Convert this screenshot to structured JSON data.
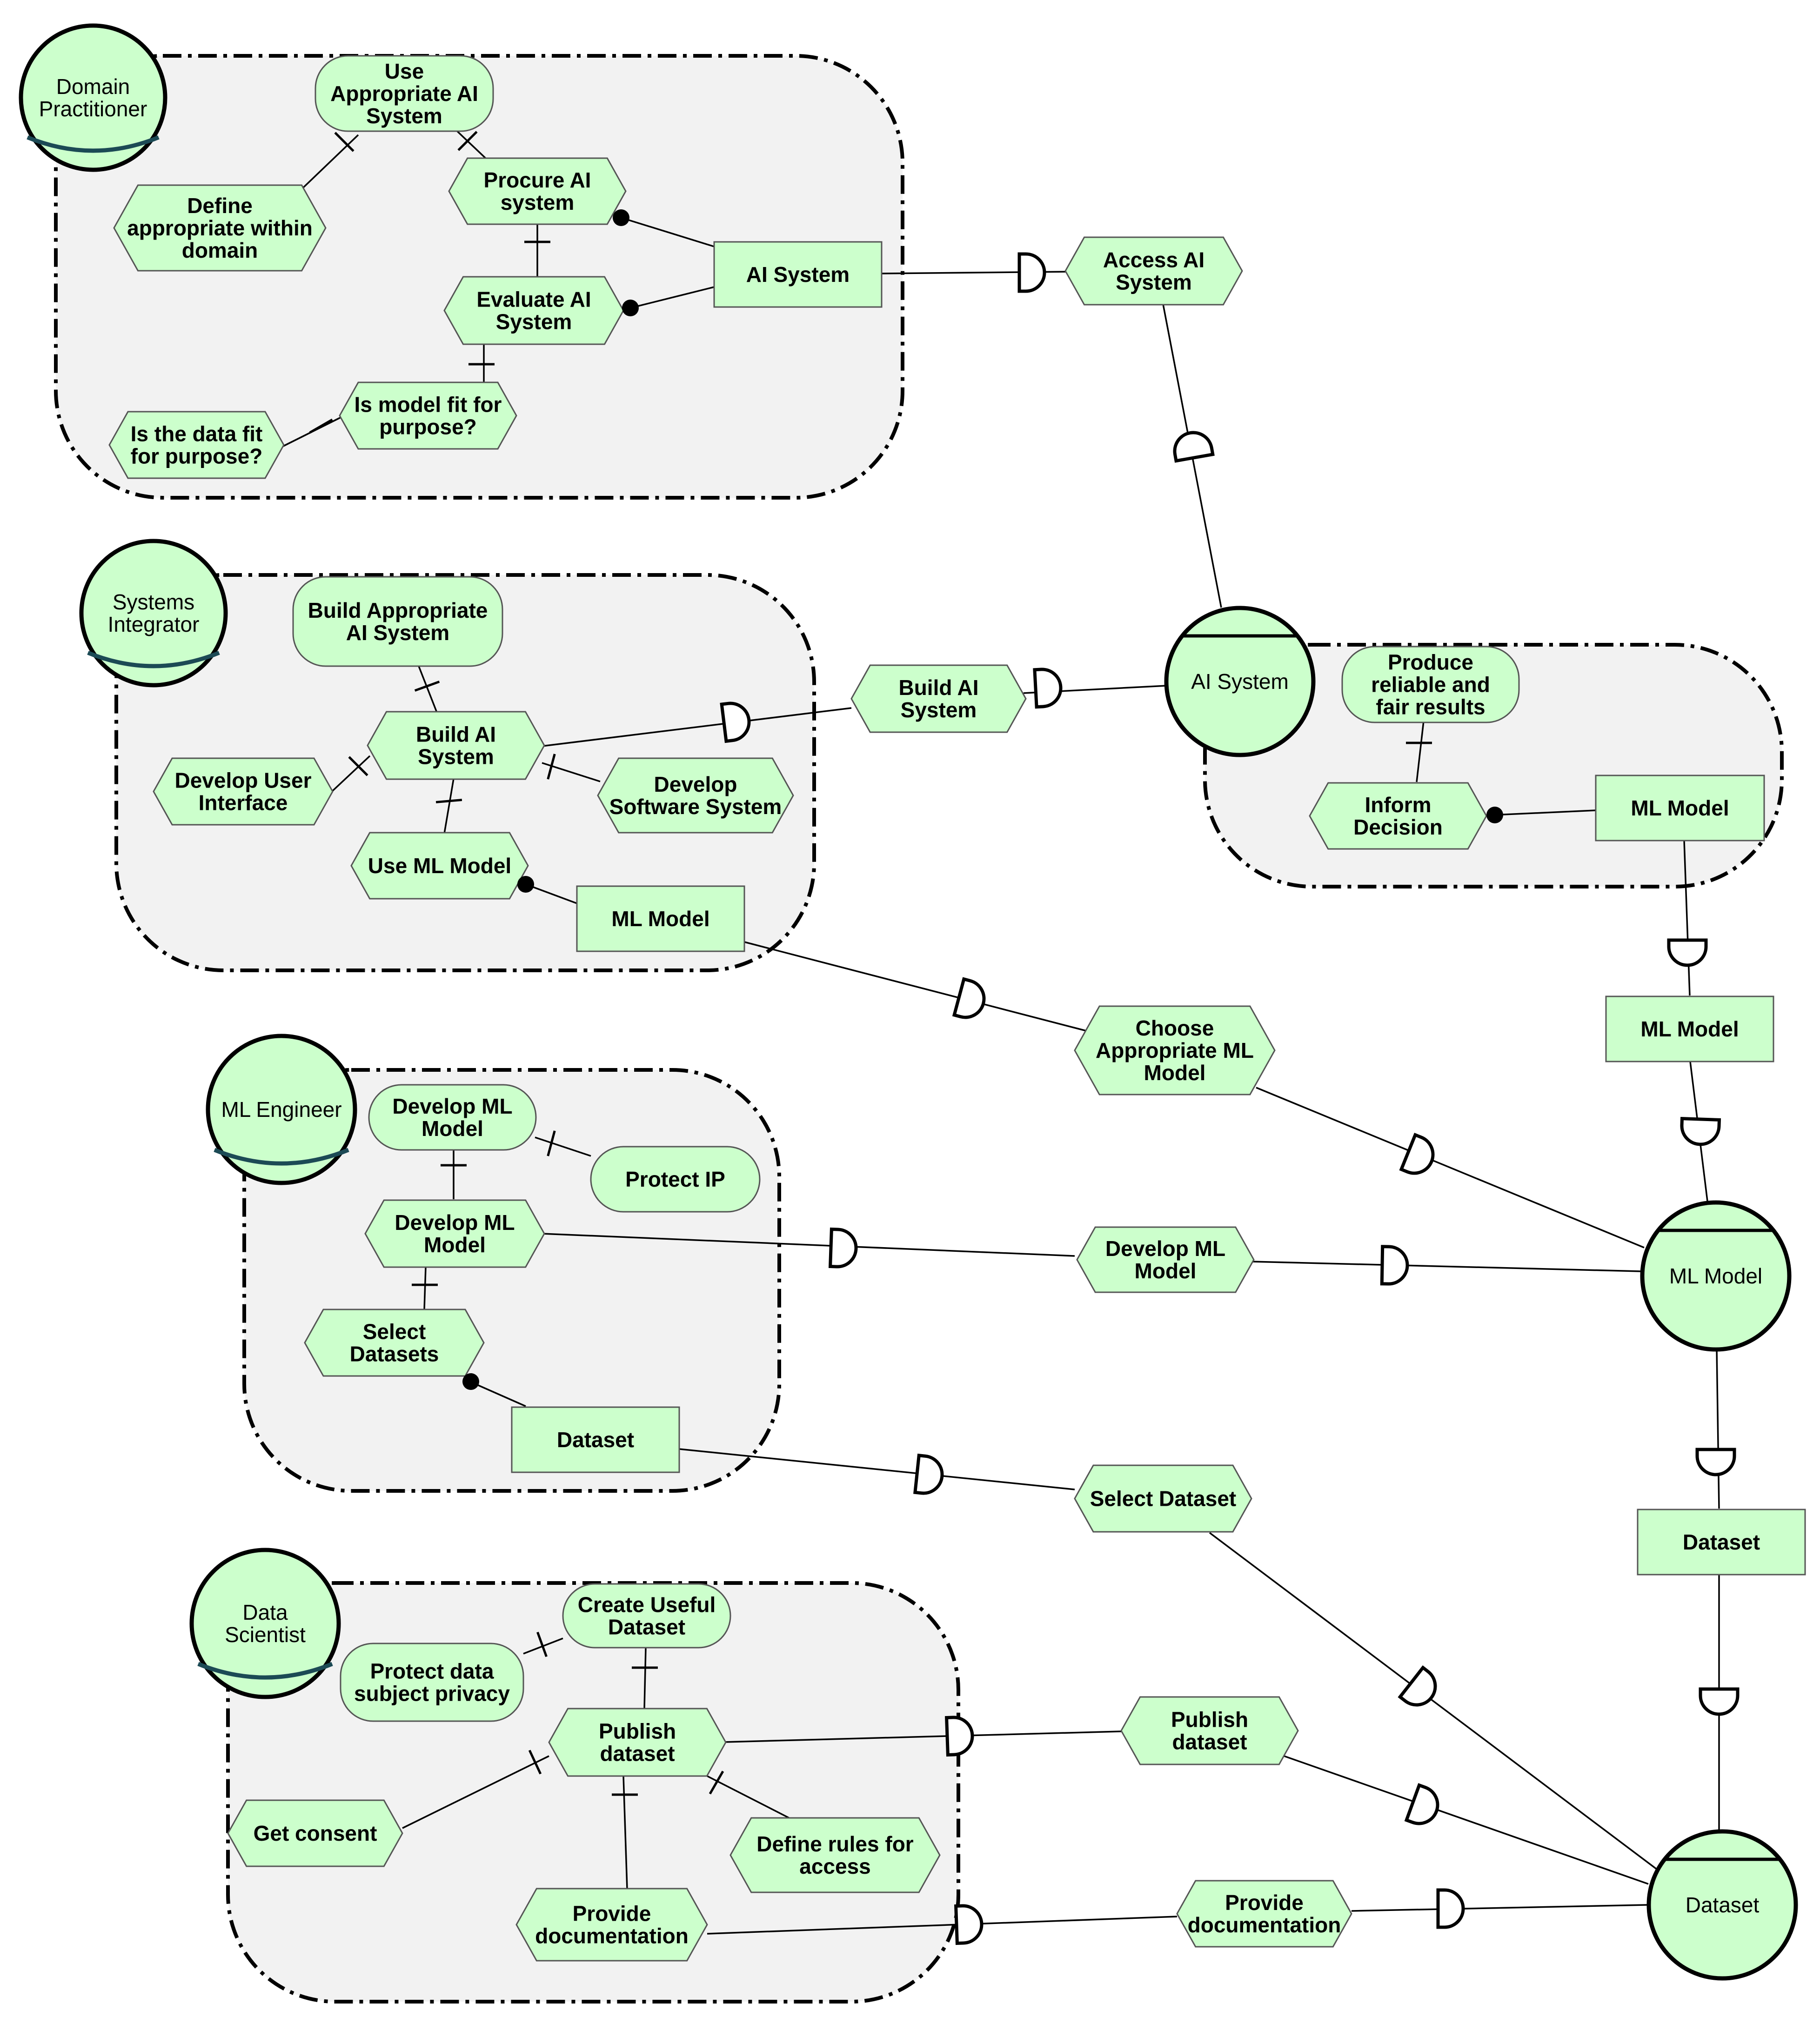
{
  "actors": [
    {
      "id": "dp",
      "kind": "role",
      "lines": [
        "Domain",
        "Practitioner"
      ]
    },
    {
      "id": "si",
      "kind": "role",
      "lines": [
        "Systems",
        "Integrator"
      ]
    },
    {
      "id": "mle",
      "kind": "role",
      "lines": [
        "ML Engineer"
      ]
    },
    {
      "id": "ds",
      "kind": "role",
      "lines": [
        "Data",
        "Scientist"
      ]
    },
    {
      "id": "ais",
      "kind": "agent",
      "lines": [
        "AI System"
      ]
    },
    {
      "id": "mlm",
      "kind": "agent",
      "lines": [
        "ML Model"
      ]
    },
    {
      "id": "dst",
      "kind": "agent",
      "lines": [
        "Dataset"
      ]
    }
  ],
  "elements": [
    {
      "id": "g_use",
      "type": "goal",
      "lines": [
        "Use",
        "Appropriate AI",
        "System"
      ]
    },
    {
      "id": "t_defapp",
      "type": "task",
      "lines": [
        "Define",
        "appropriate within",
        "domain"
      ]
    },
    {
      "id": "t_proc",
      "type": "task",
      "lines": [
        "Procure AI",
        "system"
      ]
    },
    {
      "id": "r_ais1",
      "type": "resource",
      "lines": [
        "AI System"
      ]
    },
    {
      "id": "t_eval",
      "type": "task",
      "lines": [
        "Evaluate AI",
        "System"
      ]
    },
    {
      "id": "t_fit",
      "type": "task",
      "lines": [
        "Is model fit for",
        "purpose?"
      ]
    },
    {
      "id": "t_dfit",
      "type": "task",
      "lines": [
        "Is the data fit",
        "for purpose?"
      ]
    },
    {
      "id": "d_access",
      "type": "task",
      "lines": [
        "Access AI",
        "System"
      ]
    },
    {
      "id": "g_build",
      "type": "goal",
      "lines": [
        "Build Appropriate",
        "AI System"
      ]
    },
    {
      "id": "t_build",
      "type": "task",
      "lines": [
        "Build AI",
        "System"
      ]
    },
    {
      "id": "t_ui",
      "type": "task",
      "lines": [
        "Develop User",
        "Interface"
      ]
    },
    {
      "id": "t_sw",
      "type": "task",
      "lines": [
        "Develop",
        "Software System"
      ]
    },
    {
      "id": "t_useml",
      "type": "task",
      "lines": [
        "Use ML Model"
      ]
    },
    {
      "id": "r_ml1",
      "type": "resource",
      "lines": [
        "ML Model"
      ]
    },
    {
      "id": "d_build",
      "type": "task",
      "lines": [
        "Build AI",
        "System"
      ]
    },
    {
      "id": "g_prod",
      "type": "goal",
      "lines": [
        "Produce",
        "reliable and",
        "fair results"
      ]
    },
    {
      "id": "t_inform",
      "type": "task",
      "lines": [
        "Inform",
        "Decision"
      ]
    },
    {
      "id": "r_ml2",
      "type": "resource",
      "lines": [
        "ML Model"
      ]
    },
    {
      "id": "d_ml3",
      "type": "resource",
      "lines": [
        "ML Model"
      ]
    },
    {
      "id": "d_choose",
      "type": "task",
      "lines": [
        "Choose",
        "Appropriate ML",
        "Model"
      ]
    },
    {
      "id": "g_devml",
      "type": "goal",
      "lines": [
        "Develop ML",
        "Model"
      ]
    },
    {
      "id": "g_ip",
      "type": "goal",
      "lines": [
        "Protect IP"
      ]
    },
    {
      "id": "t_devml",
      "type": "task",
      "lines": [
        "Develop ML",
        "Model"
      ]
    },
    {
      "id": "t_selds",
      "type": "task",
      "lines": [
        "Select",
        "Datasets"
      ]
    },
    {
      "id": "r_ds1",
      "type": "resource",
      "lines": [
        "Dataset"
      ]
    },
    {
      "id": "d_devml",
      "type": "task",
      "lines": [
        "Develop ML",
        "Model"
      ]
    },
    {
      "id": "d_selds",
      "type": "task",
      "lines": [
        "Select Dataset"
      ]
    },
    {
      "id": "r_ds2",
      "type": "resource",
      "lines": [
        "Dataset"
      ]
    },
    {
      "id": "g_create",
      "type": "goal",
      "lines": [
        "Create Useful",
        "Dataset"
      ]
    },
    {
      "id": "g_priv",
      "type": "goal",
      "lines": [
        "Protect data",
        "subject privacy"
      ]
    },
    {
      "id": "t_pub",
      "type": "task",
      "lines": [
        "Publish",
        "dataset"
      ]
    },
    {
      "id": "t_consent",
      "type": "task",
      "lines": [
        "Get consent"
      ]
    },
    {
      "id": "t_rules",
      "type": "task",
      "lines": [
        "Define rules for",
        "access"
      ]
    },
    {
      "id": "t_doc",
      "type": "task",
      "lines": [
        "Provide",
        "documentation"
      ]
    },
    {
      "id": "d_pub",
      "type": "task",
      "lines": [
        "Publish",
        "dataset"
      ]
    },
    {
      "id": "d_doc",
      "type": "task",
      "lines": [
        "Provide",
        "documentation"
      ]
    }
  ],
  "colors": {
    "element_fill": "#ccffcc",
    "boundary_fill": "#f2f2f2",
    "role_arc": "#1c4a55"
  }
}
